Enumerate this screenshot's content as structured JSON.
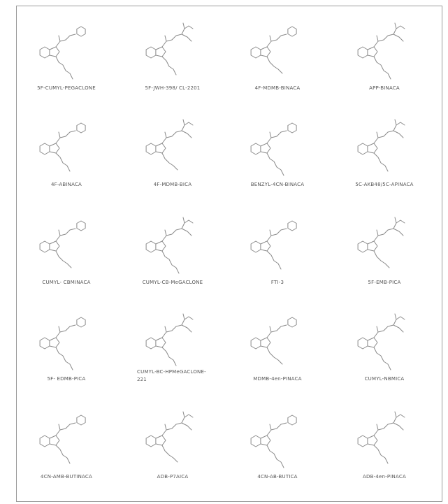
{
  "compounds": [
    {
      "label": "5F-CUMYL-PEGACLONE"
    },
    {
      "label": "5F-JWH-398/ CL-2201"
    },
    {
      "label": "4F-MDMB-BINACA"
    },
    {
      "label": "APP-BINACA"
    },
    {
      "label": "4F-ABINACA"
    },
    {
      "label": "4F-MDMB-BICA"
    },
    {
      "label": "BENZYL-4CN-BINACA"
    },
    {
      "label": "5C-AKB48/5C-APINACA"
    },
    {
      "label": "CUMYL- CBMINACA"
    },
    {
      "label": "CUMYL-CB-MeGACLONE"
    },
    {
      "label": "FTI-3"
    },
    {
      "label": "5F-EMB-PICA"
    },
    {
      "label": "5F- EDMB-PICA"
    },
    {
      "label": "CUMYL-BC-HPMeGACLONE-221"
    },
    {
      "label": "MDMB-4en-PINACA"
    },
    {
      "label": "CUMYL-NBMICA"
    },
    {
      "label": "4CN-AMB-BUTINACA"
    },
    {
      "label": "ADB-P7AICA"
    },
    {
      "label": "4CN-AB-BUTICA"
    },
    {
      "label": "ADB-4en-PINACA"
    }
  ]
}
